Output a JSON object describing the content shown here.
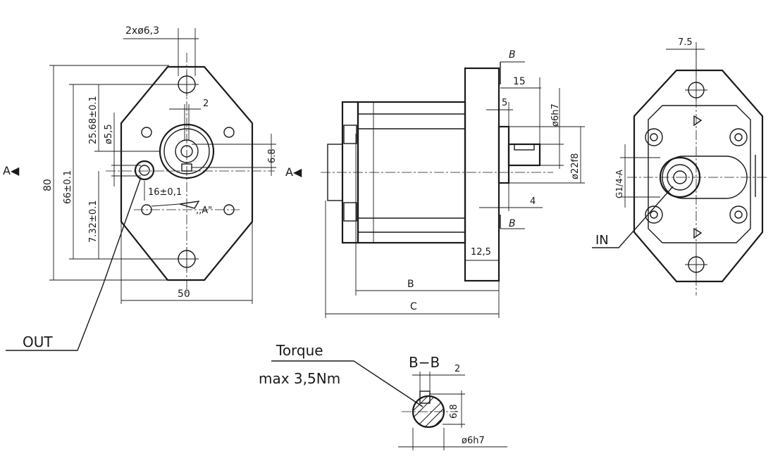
{
  "views": {
    "front": {
      "dims": {
        "holes": "2xø6,3",
        "key_width": "2",
        "ref_1": "25.68±0.1",
        "hole_dia": "ø5,5",
        "height_total": "80",
        "ref_2": "66±0.1",
        "ref_3": "7.32±0.1",
        "key_height": "6.8",
        "port_offset": "16±0,1",
        "detail_ref": ",,A\"",
        "width": "50"
      },
      "section_marker": "A◀",
      "port_label": "OUT"
    },
    "side": {
      "dims": {
        "section_top": "B",
        "length_15": "15",
        "length_5": "5",
        "shaft_dia": "ø6h7",
        "pilot_dia": "ø22f8",
        "length_4": "4",
        "section_bottom": "B",
        "flange_thickness": "12,5",
        "length_b": "B",
        "length_c": "C"
      },
      "section_marker": "A◀"
    },
    "rear": {
      "dims": {
        "top_offset": "7.5",
        "port_thread": "G1/4-A"
      },
      "port_label": "IN"
    },
    "section": {
      "title": "B−B",
      "key_width": "2",
      "key_height": "6,8",
      "shaft_dia": "ø6h7",
      "torque_label": "Torque",
      "torque_value": "max 3,5Nm"
    }
  }
}
